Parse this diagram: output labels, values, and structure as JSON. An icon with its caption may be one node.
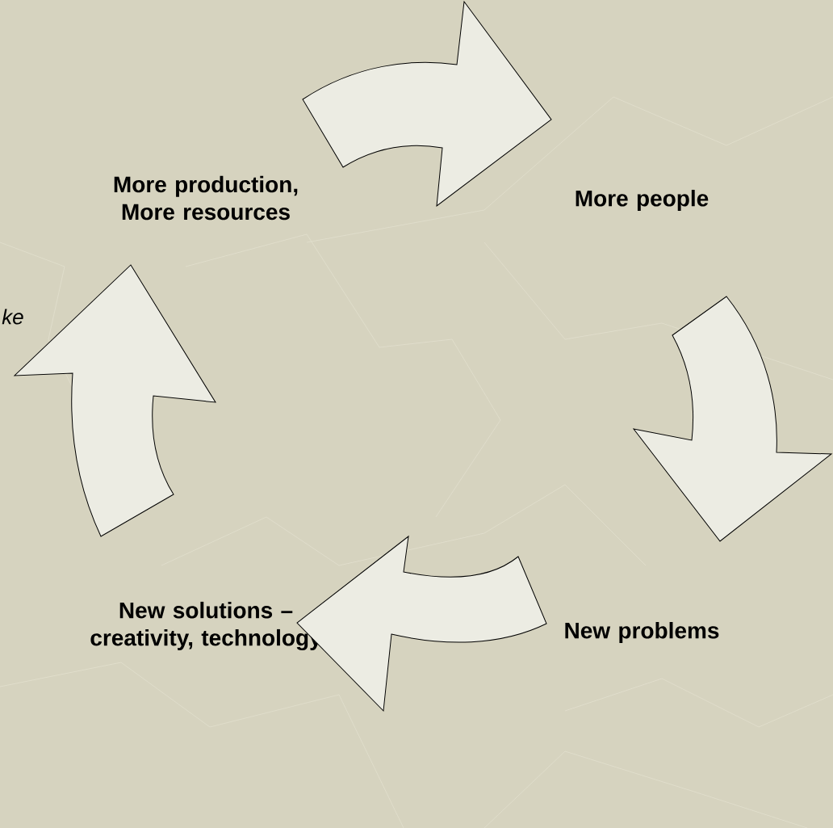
{
  "diagram": {
    "nodes": [
      {
        "text": [
          "More production, More resources"
        ]
      },
      {
        "text": [
          "More people"
        ]
      },
      {
        "text": [
          "New problems"
        ]
      },
      {
        "text": [
          "New solutions – creativity, technology"
        ]
      }
    ],
    "edges": [
      {
        "from": 0,
        "to": 1,
        "arrow": "to"
      },
      {
        "from": 1,
        "to": 2,
        "arrow": "to"
      },
      {
        "from": 2,
        "to": 3,
        "arrow": "to"
      },
      {
        "from": 3,
        "to": 0,
        "arrow": "to"
      }
    ],
    "labels": [
      "ke"
    ]
  }
}
